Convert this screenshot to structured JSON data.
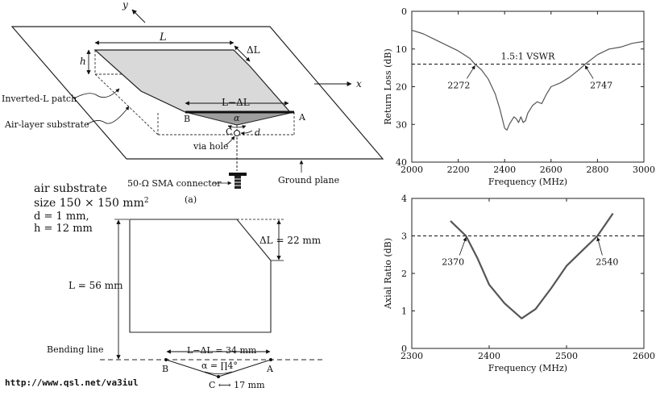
{
  "diagram_3d": {
    "axis_x": "x",
    "axis_y": "y",
    "L": "L",
    "dL": "ΔL",
    "h": "h",
    "L_minus_dL": "L−ΔL",
    "B": "B",
    "A": "A",
    "C": "C",
    "alpha": "α",
    "d": "d",
    "patch_label": "Inverted-L patch",
    "substrate_label": "Air-layer substrate",
    "via_label": "via hole",
    "connector_label": "50-Ω SMA connector",
    "ground_label": "Ground plane",
    "sub_a": "(a)"
  },
  "specs": {
    "line1": "air substrate",
    "line2": "size 150 × 150 mm",
    "line2_sup": "2",
    "line3": "d = 1 mm,",
    "line4": "h = 12 mm"
  },
  "diagram_2d": {
    "L56": "L = 56 mm",
    "dL22": "ΔL = 22 mm",
    "LdL34": "L−ΔL = 34 mm",
    "alpha": "α = ∏4°",
    "c17": "C ⟷ 17 mm",
    "bending": "Bending line",
    "B": "B",
    "A": "A"
  },
  "watermark": "http://www.qsl.net/va3iul",
  "chart_data": [
    {
      "type": "line",
      "xlabel": "Frequency (MHz)",
      "ylabel": "Return Loss (dB)",
      "xlim": [
        2000,
        3000
      ],
      "ylim": [
        0,
        40
      ],
      "y_inverted": true,
      "xticks": [
        2000,
        2200,
        2400,
        2600,
        2800,
        3000
      ],
      "yticks": [
        0,
        10,
        20,
        30,
        40
      ],
      "grid": false,
      "reference_line": {
        "y": 14,
        "label": "1.5:1 VSWR"
      },
      "annotations": [
        {
          "x": 2272,
          "y": 14,
          "label": "2272"
        },
        {
          "x": 2747,
          "y": 14,
          "label": "2747"
        }
      ],
      "series": [
        {
          "values": [
            [
              2000,
              5
            ],
            [
              2050,
              6
            ],
            [
              2100,
              7.5
            ],
            [
              2150,
              9
            ],
            [
              2200,
              10.5
            ],
            [
              2250,
              12.5
            ],
            [
              2272,
              14
            ],
            [
              2300,
              15.5
            ],
            [
              2330,
              18
            ],
            [
              2360,
              22
            ],
            [
              2380,
              26
            ],
            [
              2400,
              31
            ],
            [
              2410,
              31.5
            ],
            [
              2420,
              30
            ],
            [
              2440,
              28
            ],
            [
              2450,
              28.5
            ],
            [
              2460,
              29.5
            ],
            [
              2470,
              28
            ],
            [
              2480,
              29.5
            ],
            [
              2490,
              29
            ],
            [
              2500,
              27
            ],
            [
              2520,
              25
            ],
            [
              2540,
              24
            ],
            [
              2560,
              24.5
            ],
            [
              2580,
              22
            ],
            [
              2600,
              20
            ],
            [
              2640,
              19
            ],
            [
              2680,
              17.5
            ],
            [
              2720,
              15.5
            ],
            [
              2747,
              14
            ],
            [
              2800,
              11.5
            ],
            [
              2850,
              10
            ],
            [
              2900,
              9.5
            ],
            [
              2950,
              8.5
            ],
            [
              3000,
              8
            ]
          ]
        }
      ]
    },
    {
      "type": "line",
      "xlabel": "Frequency (MHz)",
      "ylabel": "Axial Ratio (dB)",
      "xlim": [
        2300,
        2600
      ],
      "ylim": [
        0,
        4
      ],
      "xticks": [
        2300,
        2400,
        2500,
        2600
      ],
      "yticks": [
        0,
        1,
        2,
        3,
        4
      ],
      "grid": false,
      "reference_line": {
        "y": 3,
        "label": ""
      },
      "annotations": [
        {
          "x": 2370,
          "y": 3,
          "label": "2370"
        },
        {
          "x": 2540,
          "y": 3,
          "label": "2540"
        }
      ],
      "series": [
        {
          "values": [
            [
              2350,
              3.4
            ],
            [
              2370,
              3.0
            ],
            [
              2385,
              2.4
            ],
            [
              2400,
              1.7
            ],
            [
              2420,
              1.2
            ],
            [
              2442,
              0.8
            ],
            [
              2460,
              1.05
            ],
            [
              2480,
              1.6
            ],
            [
              2500,
              2.2
            ],
            [
              2520,
              2.6
            ],
            [
              2540,
              3.0
            ],
            [
              2560,
              3.6
            ]
          ]
        }
      ]
    }
  ]
}
